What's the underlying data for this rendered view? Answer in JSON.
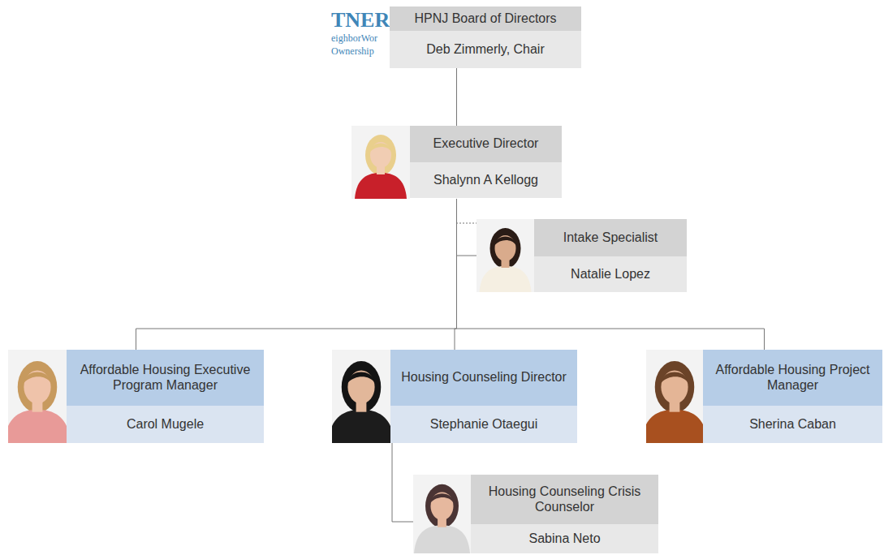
{
  "diagram": {
    "nodes": [
      {
        "text": [
          "HPNJ Board of Directors",
          "Deb Zimmerly, Chair"
        ]
      },
      {
        "text": [
          "Executive Director",
          "Shalynn A Kellogg"
        ]
      },
      {
        "text": [
          "Intake Specialist",
          "Natalie Lopez"
        ]
      },
      {
        "text": [
          "Affordable Housing Executive Program Manager",
          "Carol Mugele"
        ]
      },
      {
        "text": [
          "Housing Counseling Director",
          "Stephanie Otaegui"
        ]
      },
      {
        "text": [
          "Affordable Housing Project Manager",
          "Sherina Caban"
        ]
      },
      {
        "text": [
          "Housing Counseling Crisis Counselor",
          "Sabina Neto"
        ]
      }
    ],
    "edges": [
      {
        "from": 0,
        "to": 1,
        "arrow": "none"
      },
      {
        "from": 1,
        "to": 2,
        "arrow": "none"
      },
      {
        "from": 1,
        "to": 3,
        "arrow": "none"
      },
      {
        "from": 1,
        "to": 4,
        "arrow": "none"
      },
      {
        "from": 1,
        "to": 5,
        "arrow": "none"
      },
      {
        "from": 4,
        "to": 6,
        "arrow": "none"
      }
    ],
    "labels": [
      "TNER",
      "eighborWor",
      "Ownership"
    ]
  }
}
